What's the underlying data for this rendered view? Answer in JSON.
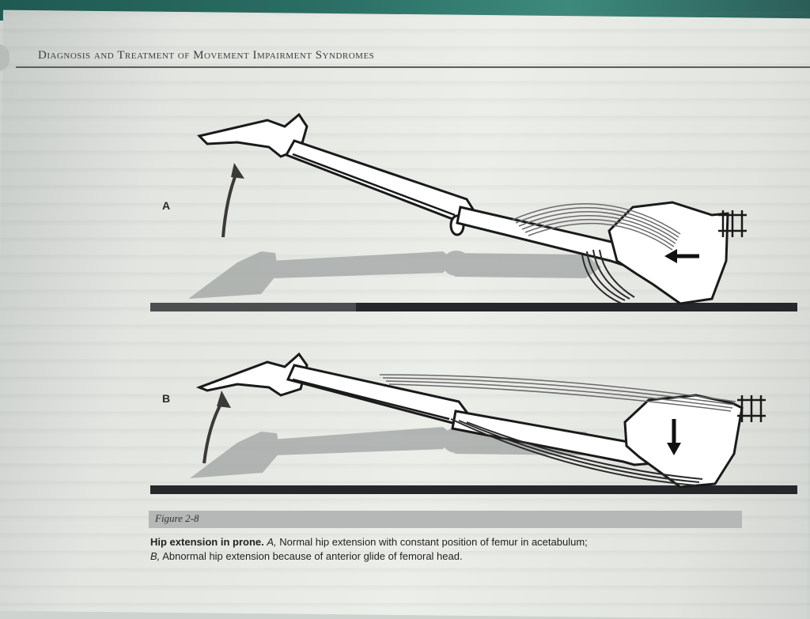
{
  "running_head": "Diagnosis and Treatment of Movement Impairment Syndromes",
  "panel_a_label": "A",
  "panel_b_label": "B",
  "figure_number": "Figure 2-8",
  "caption": {
    "title": "Hip extension in prone.",
    "a_letter": "A,",
    "a_text": " Normal hip extension with constant position of femur in acetabulum;",
    "b_letter": "B,",
    "b_text": " Abnormal hip extension because of anterior glide of femoral head."
  }
}
